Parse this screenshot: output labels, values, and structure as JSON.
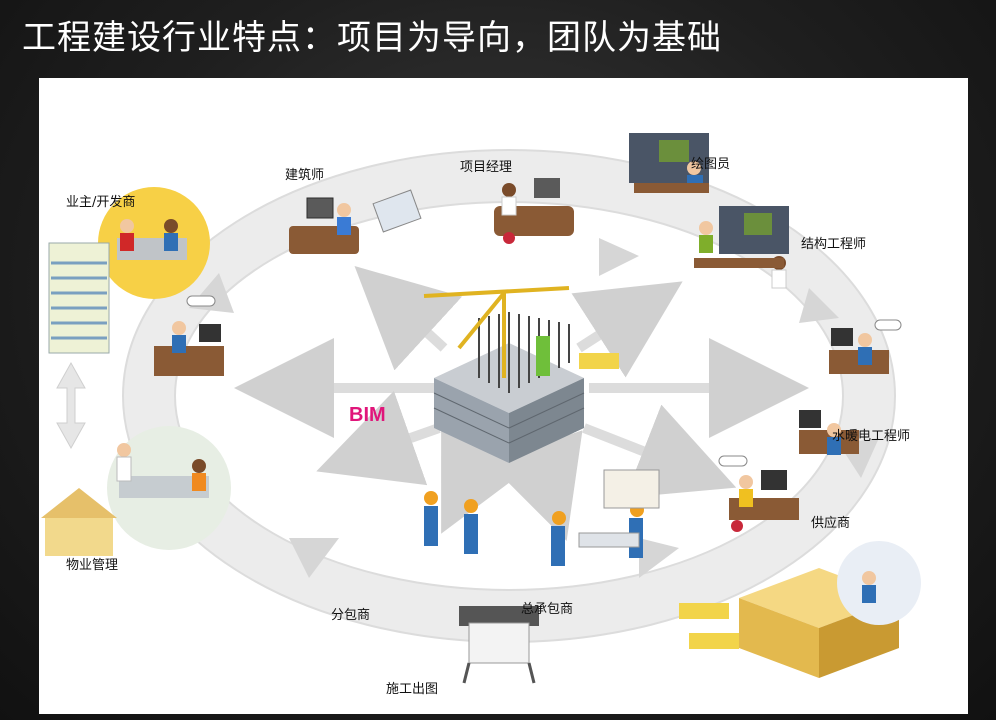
{
  "slide": {
    "title": "工程建设行业特点：项目为导向，团队为基础"
  },
  "diagram": {
    "center_label": "BIM",
    "roles": {
      "owner": "业主/开发商",
      "architect": "建筑师",
      "project_manager": "项目经理",
      "drafter": "绘图员",
      "structural": "结构工程师",
      "mep": "水暖电工程师",
      "supplier": "供应商",
      "general_contractor": "总承包商",
      "subcontractor": "分包商",
      "printing": "施工出图",
      "property": "物业管理"
    },
    "colors": {
      "accent_bim": "#e0157a",
      "ring": "#e6e6e6",
      "arrow": "#d9d9d9",
      "building": "#9aa3ad",
      "crane": "#e0b321",
      "worker_blue": "#2f6fb5",
      "helmet": "#f0a020"
    }
  }
}
